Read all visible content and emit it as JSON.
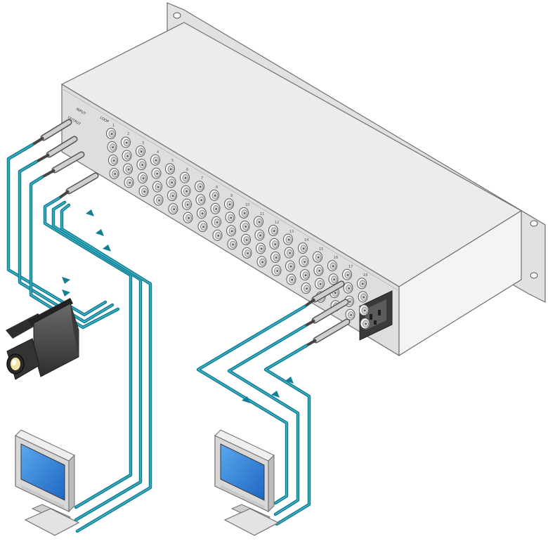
{
  "device": {
    "labels": {
      "input": "INPUT",
      "output": "OUTPUT",
      "loop": "LOOP"
    },
    "column_numbers": [
      "1",
      "2",
      "3",
      "4",
      "5",
      "6",
      "7",
      "8",
      "9",
      "10",
      "11",
      "12",
      "13",
      "14",
      "15",
      "16",
      "17",
      "18"
    ]
  },
  "colors": {
    "cable": "#127f94",
    "cable_light": "#3fb0c4",
    "chassis_top": "#e9e9e9",
    "chassis_front": "#dadada",
    "chassis_side": "#f2f2f2",
    "screen": "#2f86d8",
    "camera": "#4a4a4a"
  },
  "icons": {
    "source": "video-camera-icon",
    "display_left": "monitor-icon",
    "display_right": "monitor-icon",
    "power": "power-socket-icon"
  }
}
